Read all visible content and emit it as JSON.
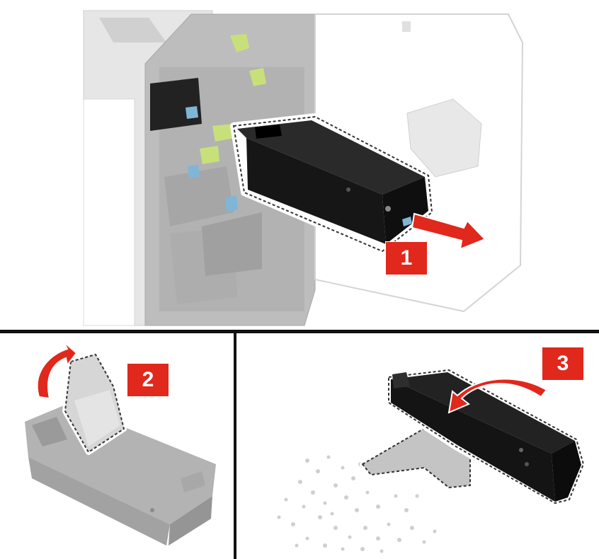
{
  "steps": [
    {
      "label": "1"
    },
    {
      "label": "2"
    },
    {
      "label": "3"
    }
  ],
  "colors": {
    "badge": "#e0281c",
    "printer_gray": "#b4b4b4",
    "cartridge_black": "#151515",
    "staple_green": "#c8e07a",
    "staple_blue": "#7fb6d8",
    "divider": "#111111"
  },
  "icons": {
    "step1": "remove-cartridge-arrow-icon",
    "step2": "open-lid-arrow-icon",
    "step3": "empty-punch-box-arrow-icon"
  }
}
